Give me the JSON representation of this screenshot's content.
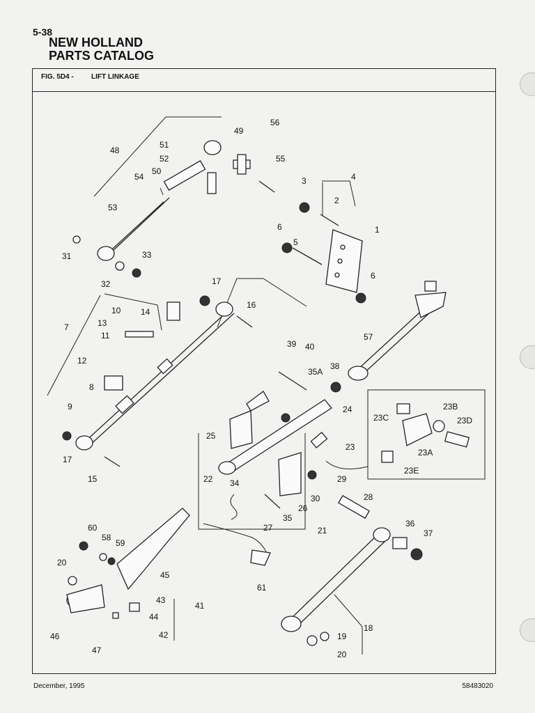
{
  "header": {
    "page_number": "5-38",
    "catalog_line1": "NEW HOLLAND",
    "catalog_line2": "PARTS CATALOG"
  },
  "figure": {
    "label": "FIG. 5D4 -",
    "name": "LIFT LINKAGE",
    "callouts": [
      "56",
      "49",
      "48",
      "51",
      "52",
      "50",
      "55",
      "54",
      "4",
      "3",
      "2",
      "53",
      "1",
      "6",
      "5",
      "31",
      "33",
      "32",
      "6",
      "17",
      "16",
      "14",
      "10",
      "13",
      "11",
      "7",
      "57",
      "39",
      "40",
      "12",
      "35A",
      "38",
      "8",
      "23B",
      "24",
      "23C",
      "23D",
      "9",
      "25",
      "23",
      "17",
      "23A",
      "23E",
      "15",
      "22",
      "34",
      "29",
      "30",
      "26",
      "28",
      "35",
      "27",
      "21",
      "60",
      "58",
      "59",
      "36",
      "37",
      "20",
      "45",
      "61",
      "43",
      "41",
      "44",
      "18",
      "42",
      "19",
      "46",
      "20",
      "47"
    ]
  },
  "footer": {
    "date": "December, 1995",
    "catalog_number": "58483020"
  }
}
